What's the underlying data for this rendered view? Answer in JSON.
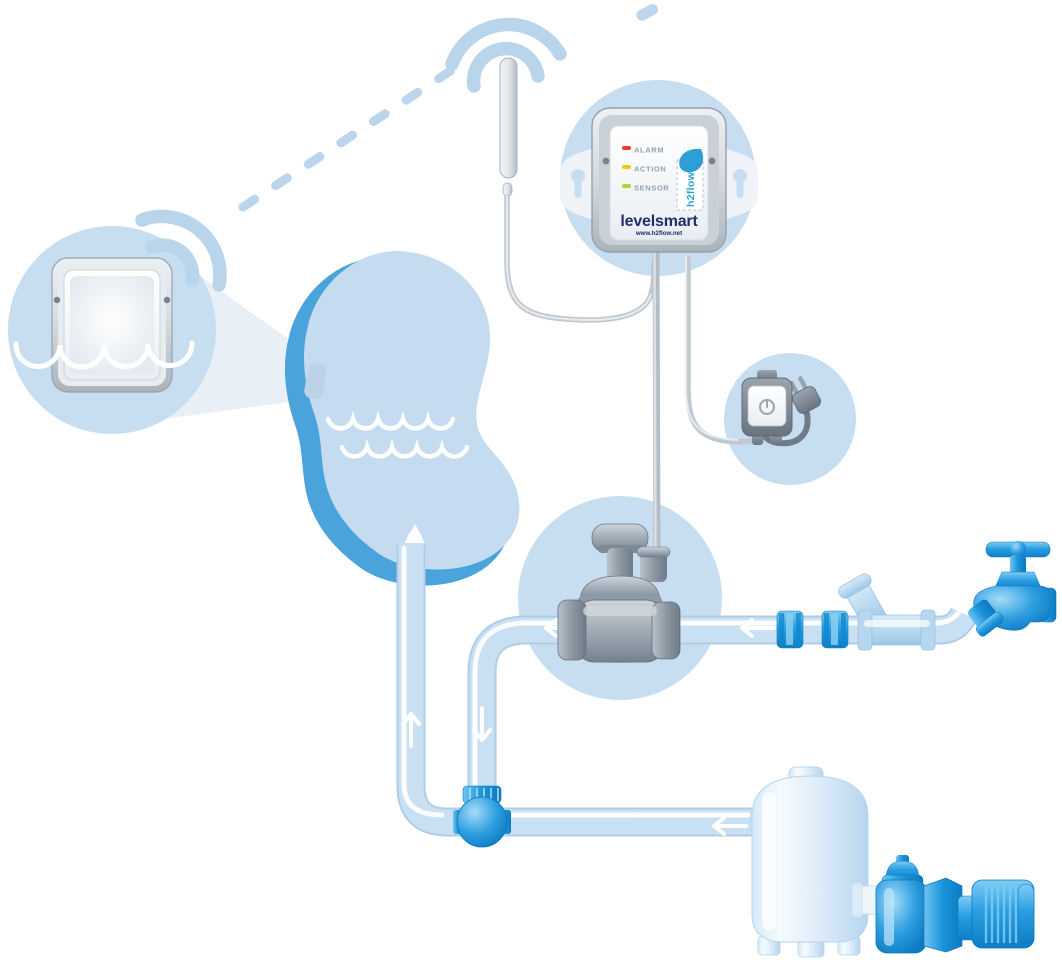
{
  "diagram": {
    "brand": "levelsmart",
    "website": "www.h2flow.net",
    "logo_text": "h2flow",
    "controller_leds": [
      {
        "label": "ALARM",
        "color": "#e8402f"
      },
      {
        "label": "ACTION",
        "color": "#f6c51c"
      },
      {
        "label": "SENSOR",
        "color": "#b7d03e"
      }
    ],
    "components": [
      {
        "id": "pool-sensor-bubble",
        "label": "wireless water-level sensor at pool waterline"
      },
      {
        "id": "wireless-link",
        "label": "dashed wireless signal from sensor to antenna"
      },
      {
        "id": "antenna",
        "label": "controller antenna with wifi signal"
      },
      {
        "id": "controller-bubble",
        "label": "levelsmart wall-mount controller"
      },
      {
        "id": "power-supply-bubble",
        "label": "plug-in power transformer"
      },
      {
        "id": "fill-valve-bubble",
        "label": "automatic fill solenoid valve"
      },
      {
        "id": "pool",
        "label": "swimming pool with water drop outlet"
      },
      {
        "id": "water-supply-faucet",
        "label": "water supply spigot with wye strainer and unions"
      },
      {
        "id": "check-valve",
        "label": "check valve tee where fill line meets return line"
      },
      {
        "id": "filter-tank",
        "label": "filter tank"
      },
      {
        "id": "pump",
        "label": "circulation pump"
      }
    ],
    "flow_arrows": [
      {
        "id": "flow-up-to-pool",
        "direction": "up"
      },
      {
        "id": "flow-down-from-valve",
        "direction": "down"
      },
      {
        "id": "flow-left-into-valve",
        "direction": "left"
      },
      {
        "id": "flow-left-from-supply",
        "direction": "left"
      },
      {
        "id": "flow-left-from-tank",
        "direction": "left"
      }
    ],
    "colors": {
      "bubble_blue": "#c7def1",
      "pipe_blue": "#c9e0f3",
      "pipe_edge": "#b0cde8",
      "bright_blue": "#1a94da",
      "pool_edge_blue": "#4aa3da",
      "pool_fill": "#c5dcf0",
      "navy_text": "#232d6b",
      "logo_blue": "#2e9fd6",
      "metal_gray": "#9aa7b2",
      "wire_gray": "#c2c8d0",
      "wifi_blue": "#b9d5ec"
    }
  }
}
